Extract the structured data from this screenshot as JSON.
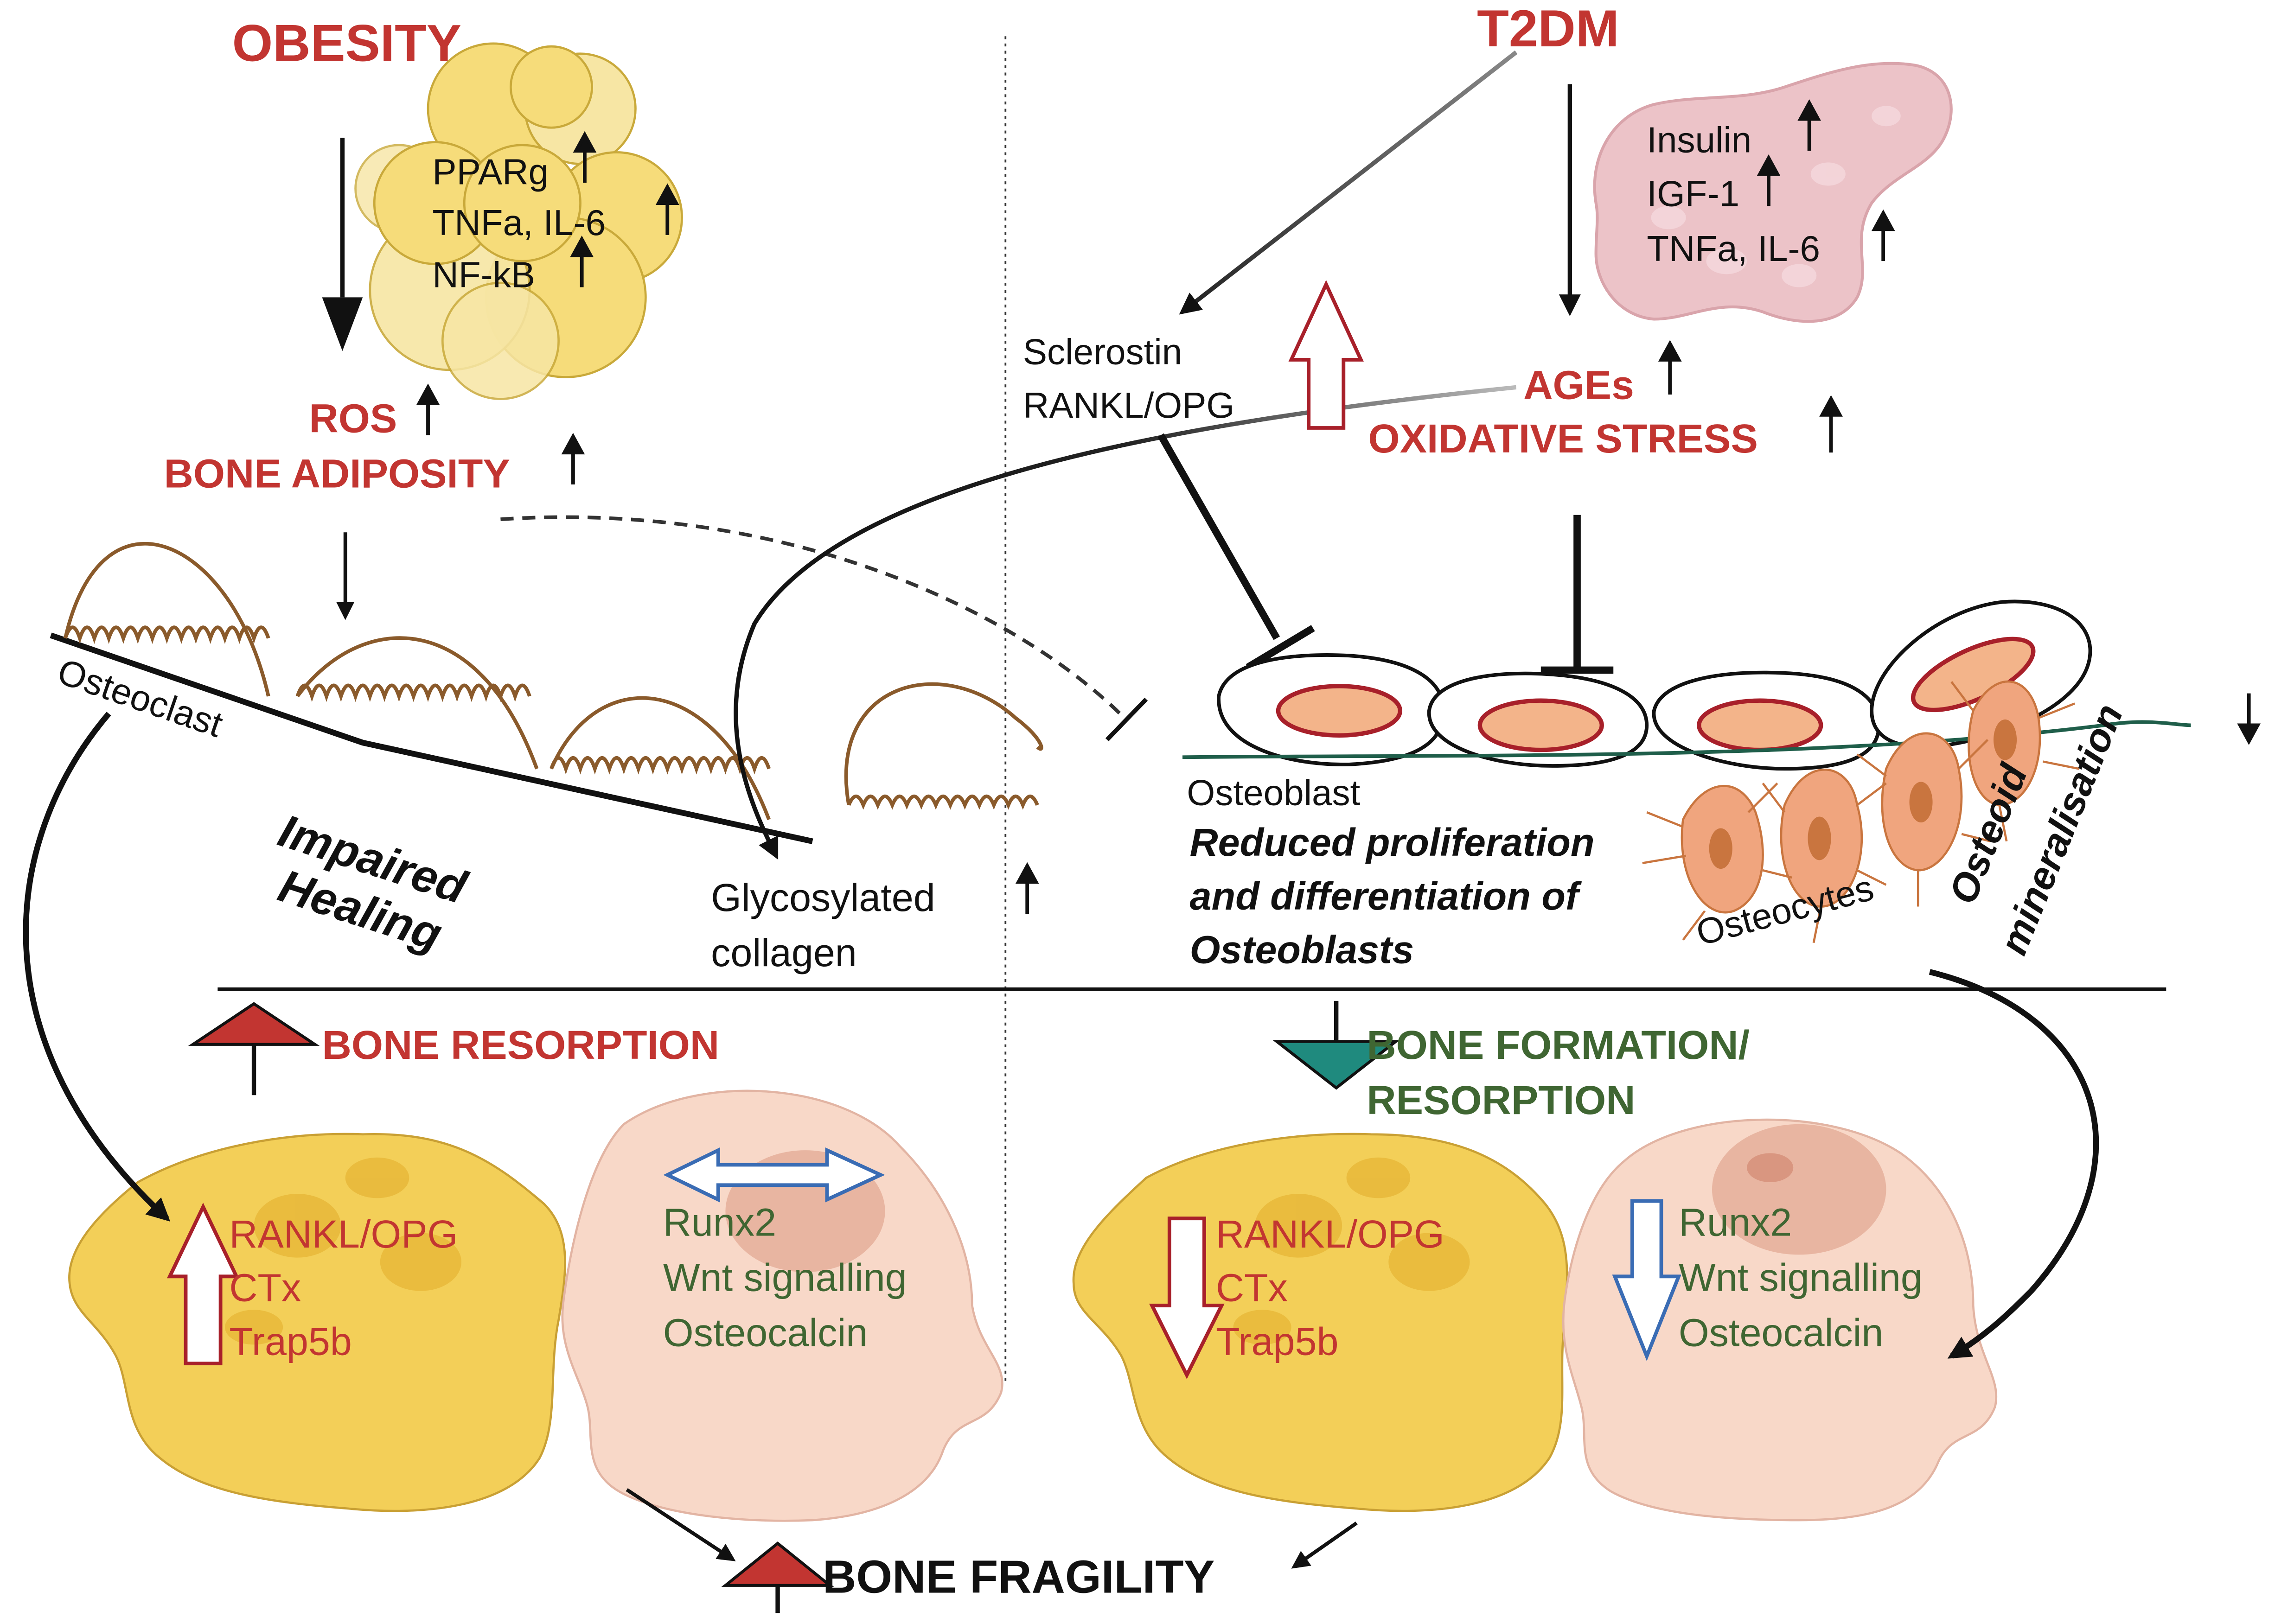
{
  "colors": {
    "red_text": "#c23531",
    "green_text": "#3f6632",
    "adipocyte_fill": "#f6dc7a",
    "osteoclast_fill": "#f3cf58",
    "osteoblast_cell_fill": "#f8d8c8",
    "osteocyte_fill": "#f0a57e",
    "nucleus_fill": "#f3b48a",
    "nucleus_stroke": "#a8202a",
    "teal_arrow": "#1f8a7e",
    "blue_arrow": "#3a6cb4",
    "brown_membrane": "#8a5a2b"
  },
  "left": {
    "title": "OBESITY",
    "adipocyte_markers": [
      "PPARg",
      "TNFa, IL-6",
      "NF-kB"
    ],
    "ros": "ROS",
    "bone_adiposity": "BONE ADIPOSITY",
    "osteoclast_label": "Osteoclast",
    "impaired": "Impaired",
    "healing": "Healing",
    "glycosylated": "Glycosylated",
    "collagen": "collagen",
    "bone_resorption": "BONE RESORPTION",
    "osteoclast_markers": [
      "RANKL/OPG",
      "CTx",
      "Trap5b"
    ],
    "osteoblast_markers": [
      "Runx2",
      "Wnt signalling",
      "Osteocalcin"
    ]
  },
  "right": {
    "title": "T2DM",
    "pancreas_markers": [
      "Insulin",
      "IGF-1",
      "TNFa, IL-6"
    ],
    "sclerostin": "Sclerostin",
    "rankl_opg": "RANKL/OPG",
    "ages": "AGEs",
    "oxidative_stress": "OXIDATIVE STRESS",
    "osteoblast_label": "Osteoblast",
    "reduced_lines": [
      "Reduced proliferation",
      "and differentiation of",
      "Osteoblasts"
    ],
    "osteocytes": "Osteocytes",
    "osteoid": "Osteoid",
    "mineralisation": "mineralisation",
    "bone_formation_1": "BONE FORMATION/",
    "bone_formation_2": "RESORPTION",
    "osteoclast_markers": [
      "RANKL/OPG",
      "CTx",
      "Trap5b"
    ],
    "osteoblast_markers": [
      "Runx2",
      "Wnt signalling",
      "Osteocalcin"
    ]
  },
  "bottom": {
    "bone_fragility": "BONE FRAGILITY"
  }
}
